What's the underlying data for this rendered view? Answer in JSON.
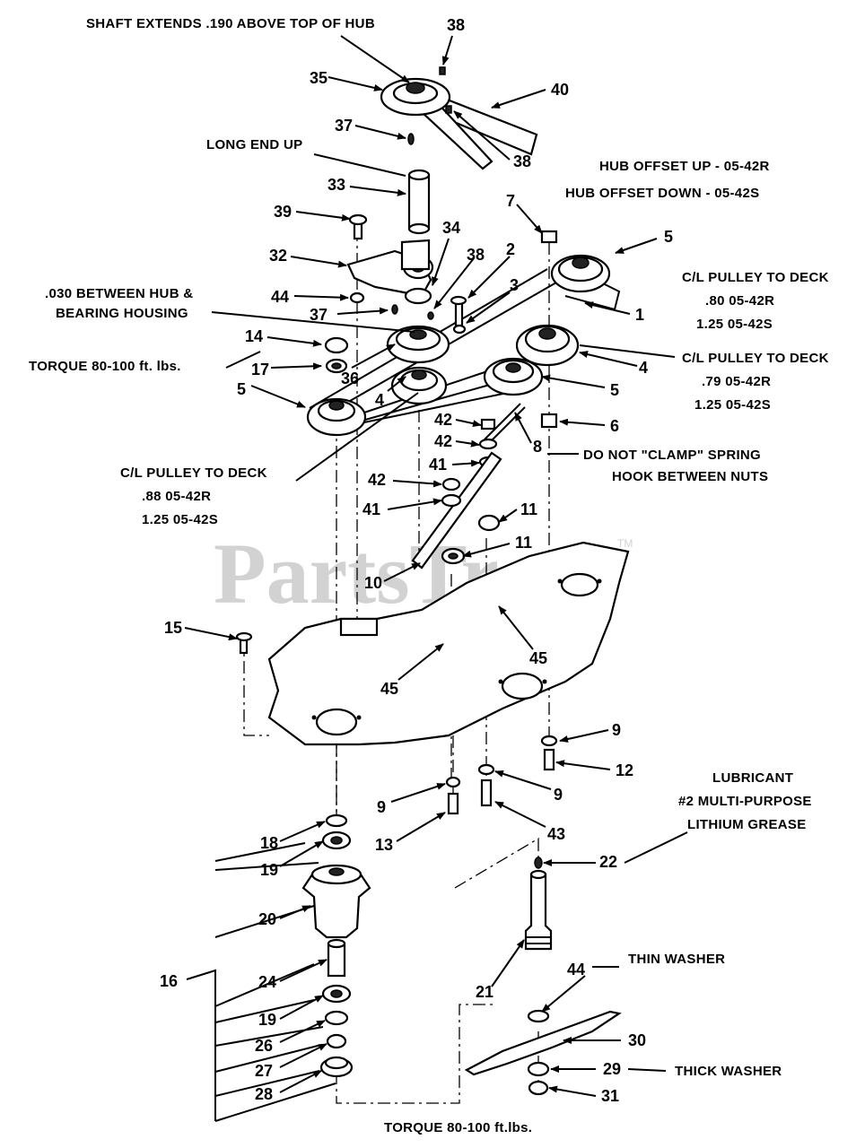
{
  "watermark": {
    "text": "PartsTree",
    "trademark": "TM"
  },
  "notes": {
    "shaft_extends": "SHAFT EXTENDS .190 ABOVE TOP OF HUB",
    "long_end_up": "LONG END UP",
    "hub_offset_up": "HUB OFFSET UP - 05-42R",
    "hub_offset_down": "HUB OFFSET DOWN - 05-42S",
    "between_hub_1": ".030 BETWEEN HUB &",
    "between_hub_2": "BEARING HOUSING",
    "torque_top": "TORQUE 80-100 ft. lbs.",
    "cl_right1_title": "C/L PULLEY TO DECK",
    "cl_right1_a": ".80  05-42R",
    "cl_right1_b": "1.25  05-42S",
    "cl_right2_title": "C/L PULLEY TO DECK",
    "cl_right2_a": ".79  05-42R",
    "cl_right2_b": "1.25  05-42S",
    "cl_left_title": "C/L PULLEY TO DECK",
    "cl_left_a": ".88  05-42R",
    "cl_left_b": "1.25  05-42S",
    "clamp_1": "DO NOT \"CLAMP\" SPRING",
    "clamp_2": "HOOK BETWEEN NUTS",
    "lubricant_1": "LUBRICANT",
    "lubricant_2": "#2 MULTI-PURPOSE",
    "lubricant_3": "LITHIUM GREASE",
    "thin_washer": "THIN WASHER",
    "thick_washer": "THICK WASHER",
    "torque_bottom": "TORQUE  80-100 ft.lbs."
  },
  "callouts": {
    "c38a": "38",
    "c35": "35",
    "c40": "40",
    "c37a": "37",
    "c38b": "38",
    "c33": "33",
    "c39": "39",
    "c34": "34",
    "c32": "32",
    "c38c": "38",
    "c2": "2",
    "c7": "7",
    "c5a": "5",
    "c44a": "44",
    "c3": "3",
    "c37b": "37",
    "c1": "1",
    "c14": "14",
    "c17": "17",
    "c36": "36",
    "c4a": "4",
    "c4b": "4",
    "c5b": "5",
    "c5c": "5",
    "c6": "6",
    "c42a": "42",
    "c42b": "42",
    "c8": "8",
    "c41a": "41",
    "c42c": "42",
    "c41b": "41",
    "c11a": "11",
    "c11b": "11",
    "c10": "10",
    "c15": "15",
    "c45a": "45",
    "c45b": "45",
    "c9a": "9",
    "c12": "12",
    "c9b": "9",
    "c9c": "9",
    "c13": "13",
    "c43": "43",
    "c18": "18",
    "c19a": "19",
    "c22": "22",
    "c20": "20",
    "c16": "16",
    "c24": "24",
    "c21": "21",
    "c44b": "44",
    "c19b": "19",
    "c26": "26",
    "c30": "30",
    "c27": "27",
    "c29": "29",
    "c28": "28",
    "c31": "31"
  }
}
